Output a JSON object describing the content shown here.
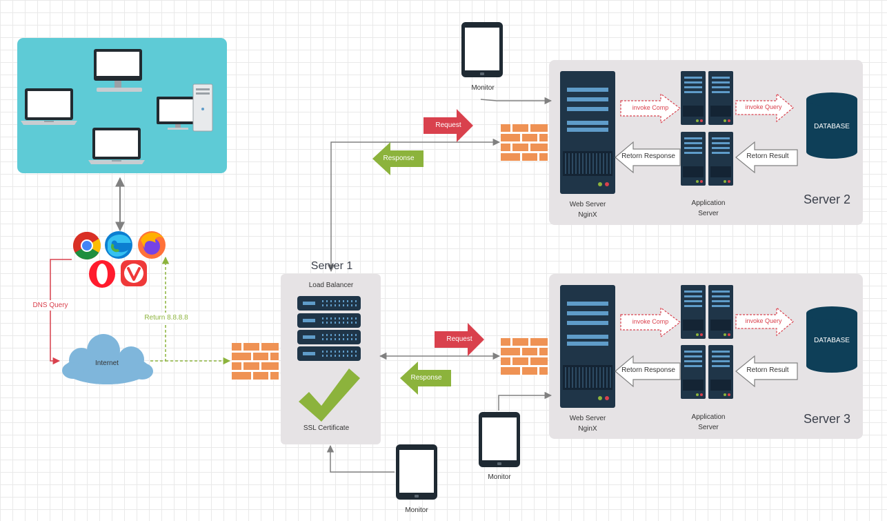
{
  "colors": {
    "panel": "#e6e3e5",
    "client_bg": "#5ecbd6",
    "server_dark": "#1f3548",
    "server_stripe": "#5f9cc9",
    "request_red": "#d9414d",
    "response_green": "#8cb33c",
    "firewall": "#ef9254",
    "cloud": "#7fb6db",
    "database": "#0e3f58",
    "line": "#808080",
    "dns_line": "#d9414d",
    "return_line": "#8cb33c"
  },
  "clients": {
    "icons": [
      "laptop-icon",
      "desktop-monitor-icon",
      "desktop-tower-icon",
      "laptop-icon"
    ]
  },
  "browsers": [
    "chrome-icon",
    "edge-icon",
    "firefox-icon",
    "opera-icon",
    "vivaldi-icon"
  ],
  "internet": {
    "label": "Internet"
  },
  "dns": {
    "query_label": "DNS Query",
    "return_label": "Return 8.8.8.8"
  },
  "server1": {
    "title": "Server 1",
    "load_balancer_label": "Load Balancer",
    "ssl_label": "SSL Certificate"
  },
  "server2": {
    "title": "Server 2",
    "web_server_label": "Web Server\nNginX",
    "app_server_label": "Application\nServer",
    "invoke_comp": "invoke Comp",
    "invoke_query": "invoke Query",
    "retorn_response": "Retorn Response",
    "retorn_result": "Retorn Result",
    "database": "DATABASE",
    "request_label": "Request",
    "response_label": "Response",
    "monitor_label": "Monitor"
  },
  "server3": {
    "title": "Server 3",
    "web_server_label": "Web Server\nNginX",
    "app_server_label": "Application\nServer",
    "invoke_comp": "invoke Comp",
    "invoke_query": "invoke Query",
    "retorn_response": "Retorn Response",
    "retorn_result": "Retorn Result",
    "database": "DATABASE",
    "request_label": "Request",
    "response_label": "Response",
    "monitor_label": "Monitor"
  },
  "server1_monitor": {
    "label": "Monitor"
  }
}
